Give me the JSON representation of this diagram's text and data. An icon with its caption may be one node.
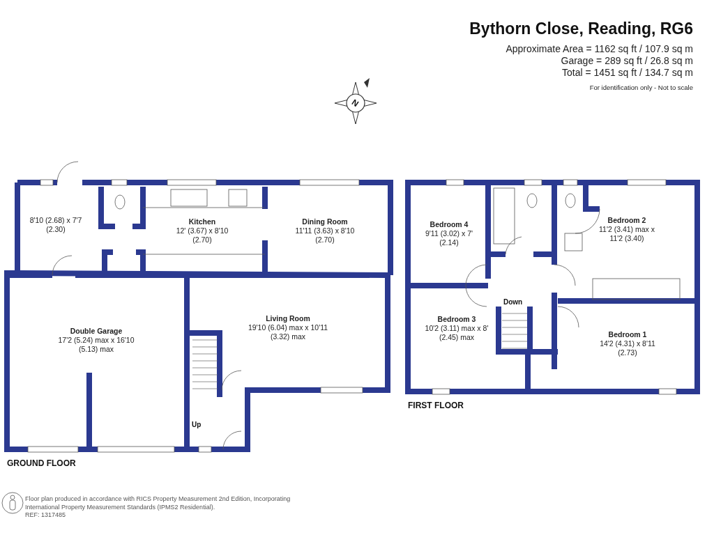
{
  "diagram": {
    "title": "Bythorn Close, Reading, RG6",
    "nodes": [
      {
        "text": [
          "8'10 (2.68) x 7'7 (2.30)"
        ]
      },
      {
        "text": [
          "Kitchen",
          "12' (3.67) x 8'10 (2.70)"
        ]
      },
      {
        "text": [
          "Dining Room",
          "11'11 (3.63) x 8'10 (2.70)"
        ]
      },
      {
        "text": [
          "Double Garage",
          "17'2 (5.24) max x 16'10 (5.13) max"
        ]
      },
      {
        "text": [
          "Living Room",
          "19'10 (6.04) max x 10'11 (3.32) max"
        ]
      },
      {
        "text": [
          "Bedroom 4",
          "9'11 (3.02) x 7' (2.14)"
        ]
      },
      {
        "text": [
          "Bedroom 2",
          "11'2 (3.41) max x 11'2 (3.40)"
        ]
      },
      {
        "text": [
          "Bedroom 3",
          "10'2 (3.11) max x 8' (2.45) max"
        ]
      },
      {
        "text": [
          "Bedroom 1",
          "14'2 (4.31) x 8'11 (2.73)"
        ]
      }
    ],
    "labels": [
      "Approximate Area = 1162 sq ft / 107.9 sq m",
      "Garage = 289 sq ft / 26.8 sq m",
      "Total = 1451 sq ft / 134.7 sq m",
      "For identification only - Not to scale",
      "N",
      "GROUND FLOOR",
      "Up",
      "FIRST FLOOR",
      "Down",
      "Floor plan produced in accordance with RICS Property Measurement 2nd Edition, Incorporating International Property Measurement Standards (IPMS2 Residential).",
      "REF: 1317485"
    ]
  }
}
